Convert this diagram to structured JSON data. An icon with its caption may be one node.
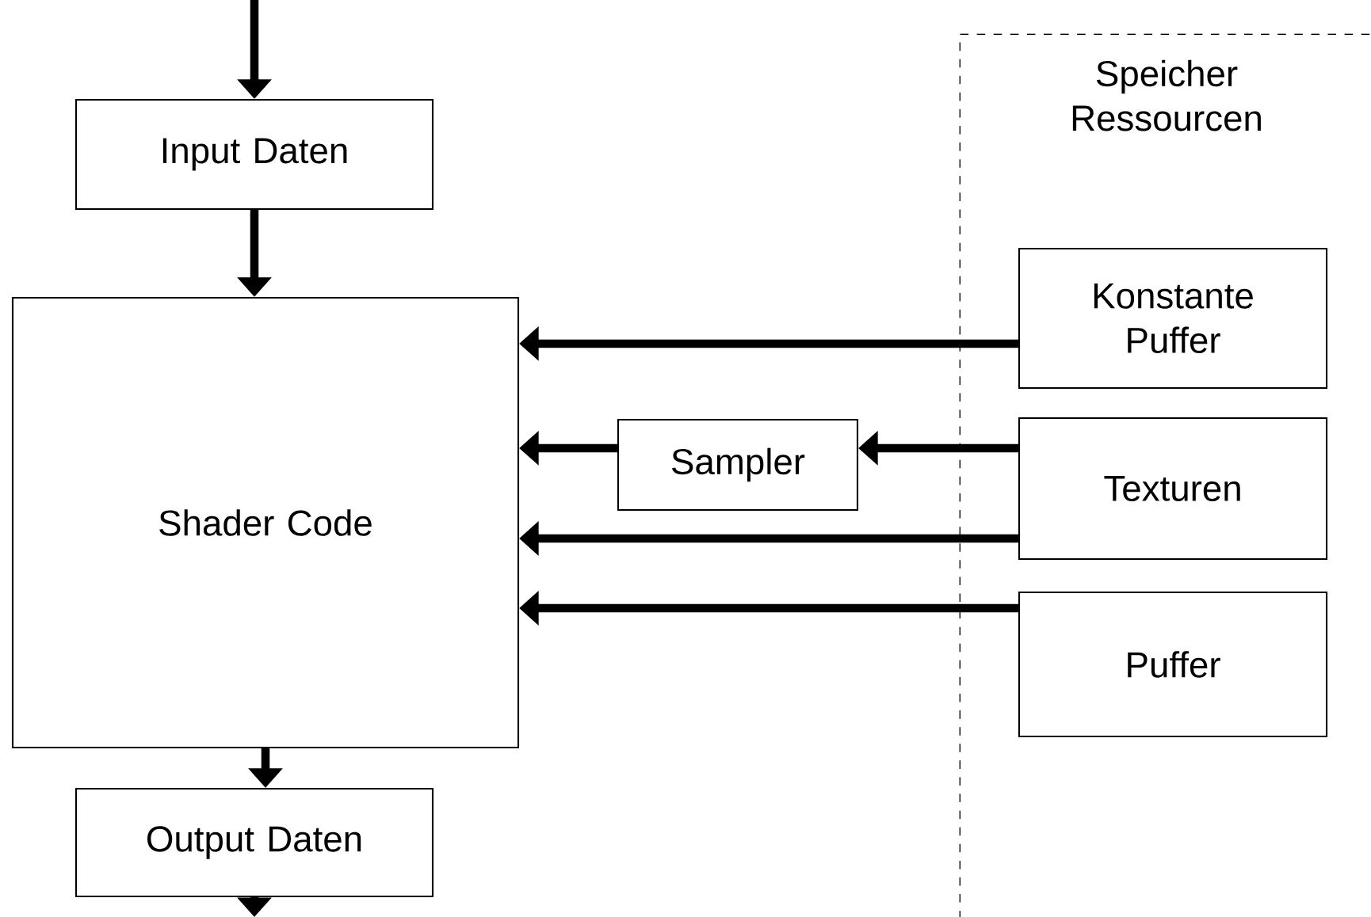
{
  "diagram": {
    "nodes": [
      {
        "text": [
          "Input Daten"
        ]
      },
      {
        "text": [
          "Shader Code"
        ]
      },
      {
        "text": [
          "Output Daten"
        ]
      },
      {
        "text": [
          "Speicher Ressourcen"
        ]
      },
      {
        "text": [
          "Konstante Puffer"
        ],
        "in": 3
      },
      {
        "text": [
          "Sampler"
        ]
      },
      {
        "text": [
          "Texturen"
        ],
        "in": 3
      },
      {
        "text": [
          "Puffer"
        ],
        "in": 3
      }
    ],
    "edges": [
      {
        "from": null,
        "to": 0,
        "arrow": "to"
      },
      {
        "from": 0,
        "to": 1,
        "arrow": "to"
      },
      {
        "from": 1,
        "to": 2,
        "arrow": "to"
      },
      {
        "from": 2,
        "to": null,
        "arrow": "to"
      },
      {
        "from": 4,
        "to": 1,
        "arrow": "to"
      },
      {
        "from": 6,
        "to": 5,
        "arrow": "to"
      },
      {
        "from": 5,
        "to": 1,
        "arrow": "to"
      },
      {
        "from": 6,
        "to": 1,
        "arrow": "to"
      },
      {
        "from": 7,
        "to": 1,
        "arrow": "to"
      }
    ]
  }
}
